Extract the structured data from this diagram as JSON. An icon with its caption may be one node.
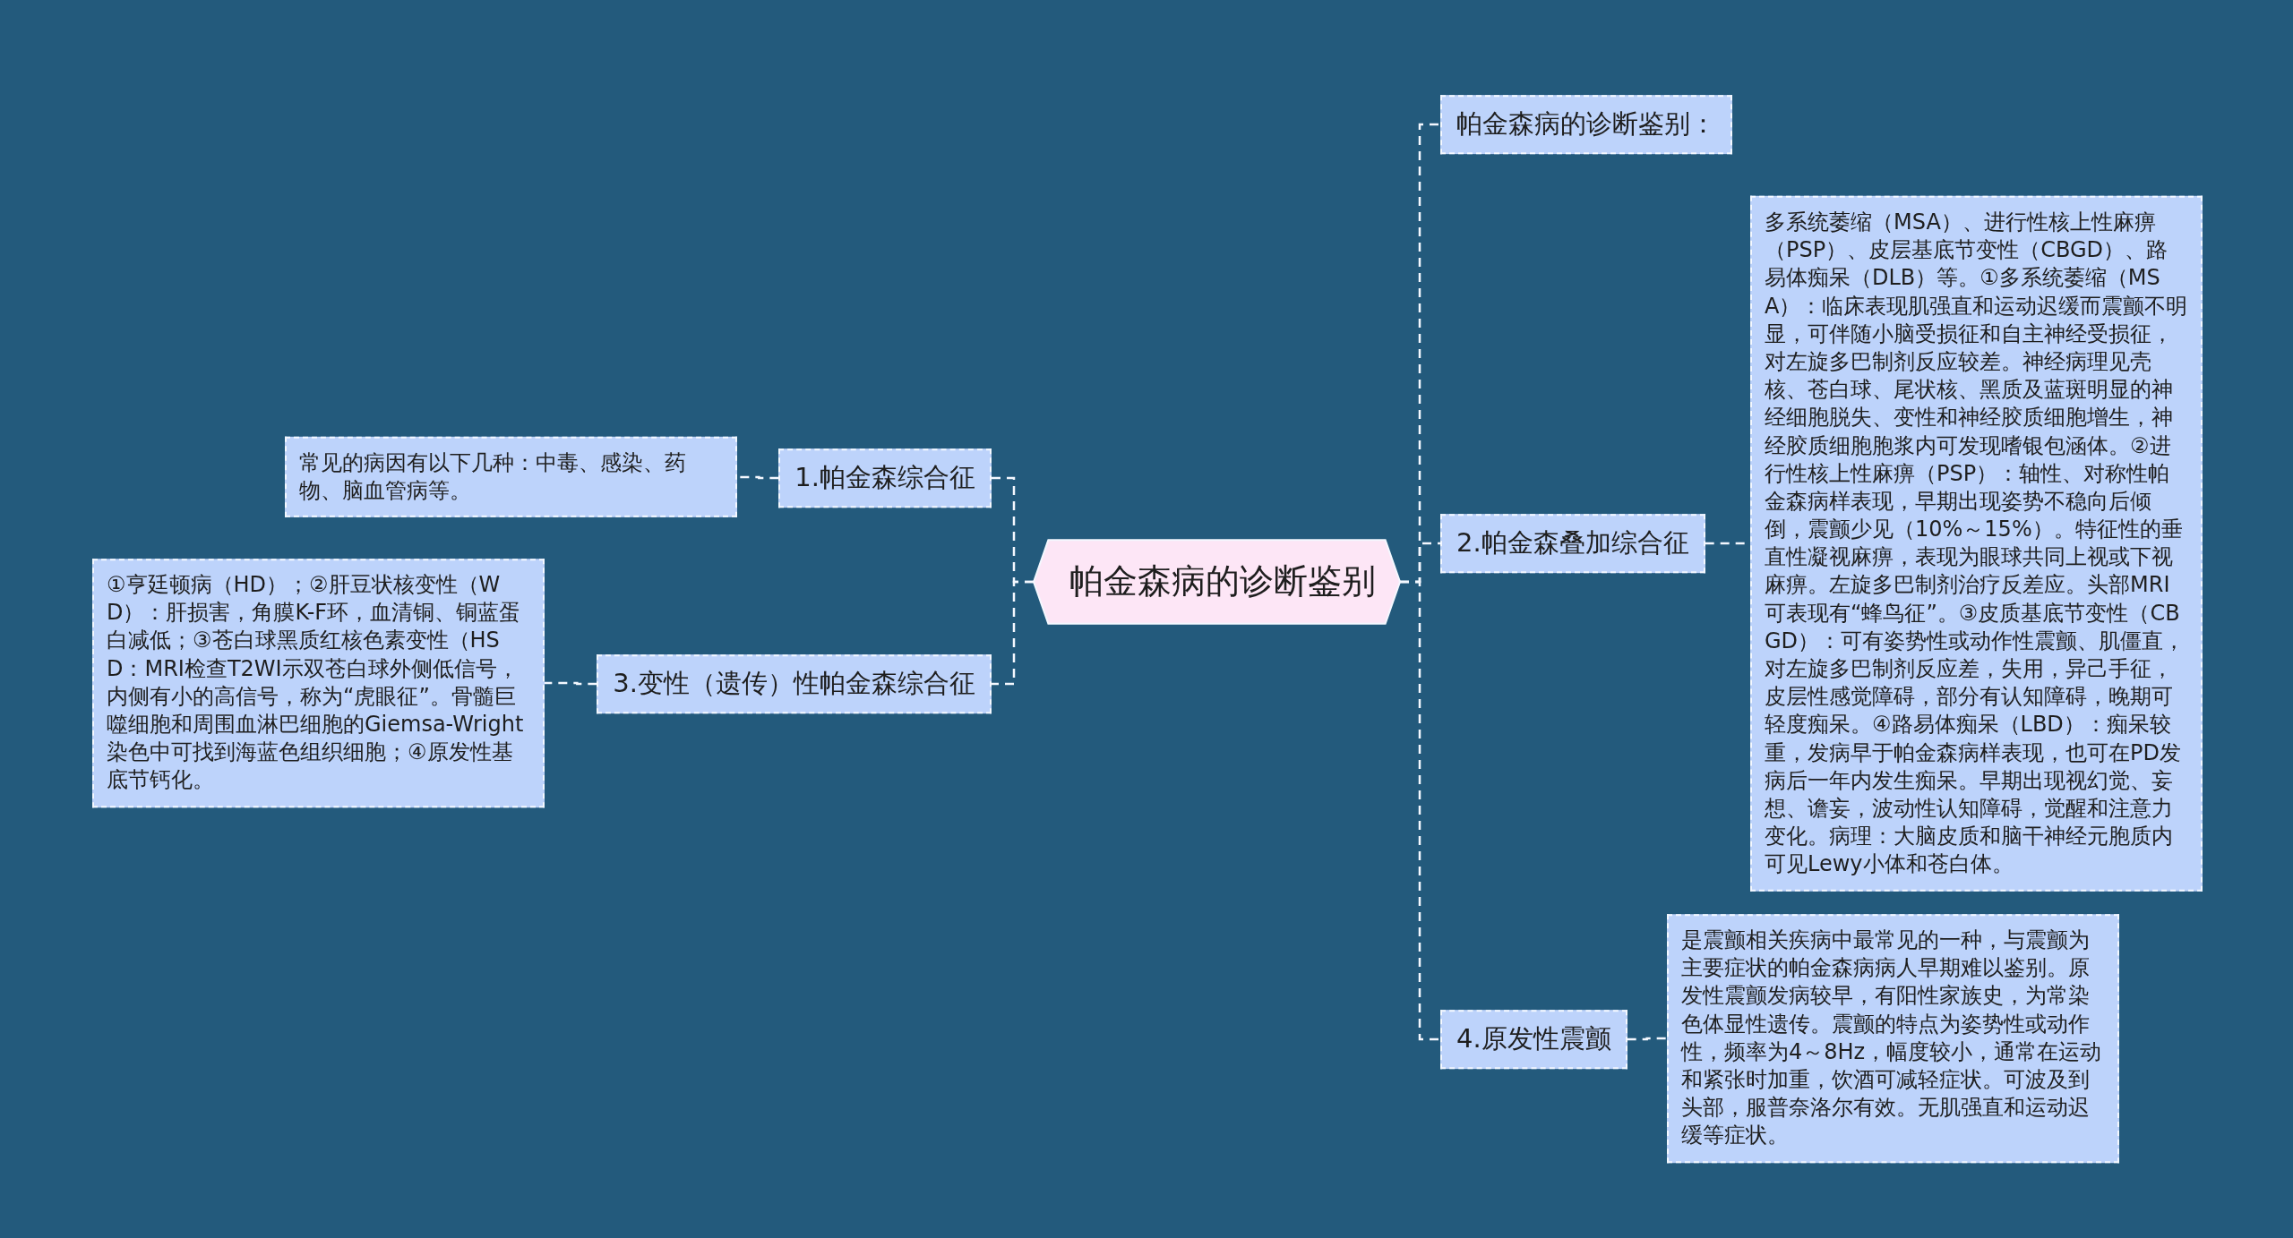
{
  "diagram": {
    "nodes": [
      {
        "text": [
          "帕金森病的诊断鉴别"
        ]
      },
      {
        "text": [
          "帕金森病的诊断鉴别："
        ]
      },
      {
        "text": [
          "2.帕金森叠加综合征"
        ]
      },
      {
        "text": [
          "多系统萎缩（MSA）、进行性核上性麻痹（PSP）、皮层基底节变性（CBGD）、路易体痴呆（DLB）等。①多系统萎缩（MSA）：临床表现肌强直和运动迟缓而震颤不明显，可伴随小脑受损征和自主神经受损征，对左旋多巴制剂反应较差。神经病理见壳核、苍白球、尾状核、黑质及蓝斑明显的神经细胞脱失、变性和神经胶质细胞增生，神经胶质细胞胞浆内可发现嗜银包涵体。②进行性核上性麻痹（PSP）：轴性、对称性帕金森病样表现，早期出现姿势不稳向后倾倒，震颤少见（10%～15%）。特征性的垂直性凝视麻痹，表现为眼球共同上视或下视麻痹。左旋多巴制剂治疗反差应。头部MRI可表现有“蜂鸟征”。③皮质基底节变性（CBGD）：可有姿势性或动作性震颤、肌僵直，对左旋多巴制剂反应差，失用，异己手征，皮层性感觉障碍，部分有认知障碍，晚期可轻度痴呆。④路易体痴呆（LBD）：痴呆较重，发病早于帕金森病样表现，也可在PD发病后一年内发生痴呆。早期出现视幻觉、妄想、谵妄，波动性认知障碍，觉醒和注意力变化。病理：大脑皮质和脑干神经元胞质内可见Lewy小体和苍白体。"
        ]
      },
      {
        "text": [
          "4.原发性震颤"
        ]
      },
      {
        "text": [
          "是震颤相关疾病中最常见的一种，与震颤为主要症状的帕金森病病人早期难以鉴别。原发性震颤发病较早，有阳性家族史，为常染色体显性遗传。震颤的特点为姿势性或动作性，频率为4～8Hz，幅度较小，通常在运动和紧张时加重，饮酒可减轻症状。可波及到头部，服普奈洛尔有效。无肌强直和运动迟缓等症状。"
        ]
      },
      {
        "text": [
          "1.帕金森综合征"
        ]
      },
      {
        "text": [
          "常见的病因有以下几种：中毒、感染、药物、脑血管病等。"
        ]
      },
      {
        "text": [
          "3.变性（遗传）性帕金森综合征"
        ]
      },
      {
        "text": [
          "①亨廷顿病（HD）；②肝豆状核变性（WD）：肝损害，角膜K-F环，血清铜、铜蓝蛋白减低；③苍白球黑质红核色素变性（HSD：MRI检查T2WI示双苍白球外侧低信号，内侧有小的高信号，称为“虎眼征”。骨髓巨噬细胞和周围血淋巴细胞的Giemsa-Wright染色中可找到海蓝色组织细胞；④原发性基底节钙化。"
        ]
      }
    ],
    "edges": [
      {
        "from": 0,
        "to": 1,
        "arrow": "none"
      },
      {
        "from": 0,
        "to": 2,
        "arrow": "none"
      },
      {
        "from": 2,
        "to": 3,
        "arrow": "none"
      },
      {
        "from": 0,
        "to": 4,
        "arrow": "none"
      },
      {
        "from": 4,
        "to": 5,
        "arrow": "none"
      },
      {
        "from": 0,
        "to": 6,
        "arrow": "none"
      },
      {
        "from": 6,
        "to": 7,
        "arrow": "none"
      },
      {
        "from": 0,
        "to": 8,
        "arrow": "none"
      },
      {
        "from": 8,
        "to": 9,
        "arrow": "none"
      }
    ]
  }
}
